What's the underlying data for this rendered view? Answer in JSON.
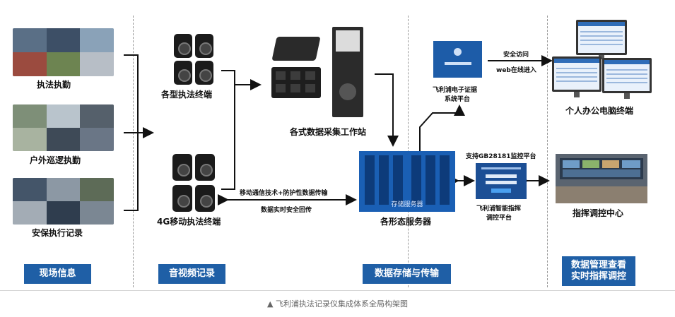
{
  "sources": {
    "field_enforcement": "执法执勤",
    "outdoor_patrol": "户外巡逻执勤",
    "security_record": "安保执行记录"
  },
  "terminals": {
    "various_terminals": "各型执法终端",
    "mobile_4g_terminal": "4G移动执法终端"
  },
  "workstation": {
    "label": "各式数据采集工作站"
  },
  "platform": {
    "label_line1": "飞利浦电子证据",
    "label_line2": "系统平台"
  },
  "access": {
    "secure_access": "安全访问",
    "web_access": "web在线进入"
  },
  "office_pc": {
    "label": "个人办公电脑终端"
  },
  "server": {
    "label": "各形态服务器",
    "screen_text": "存储服务器"
  },
  "transmission": {
    "tech": "移动通信技术+防护性数据传输",
    "realtime": "数据实时安全回传"
  },
  "gb_support": {
    "label": "支持GB28181监控平台"
  },
  "command_platform": {
    "label_line1": "飞利浦智能指挥",
    "label_line2": "调控平台"
  },
  "command_center": {
    "label": "指挥调控中心"
  },
  "categories": {
    "field_info": "现场信息",
    "av_record": "音视频记录",
    "storage_transfer": "数据存储与传输",
    "management_line1": "数据管理查看",
    "management_line2": "实时指挥调控"
  },
  "caption": "▲ 飞利浦执法记录仪集成体系全局构架图",
  "colors": {
    "accent": "#1f5fa6",
    "server_blue": "#1a5fb4",
    "line": "#111111"
  }
}
